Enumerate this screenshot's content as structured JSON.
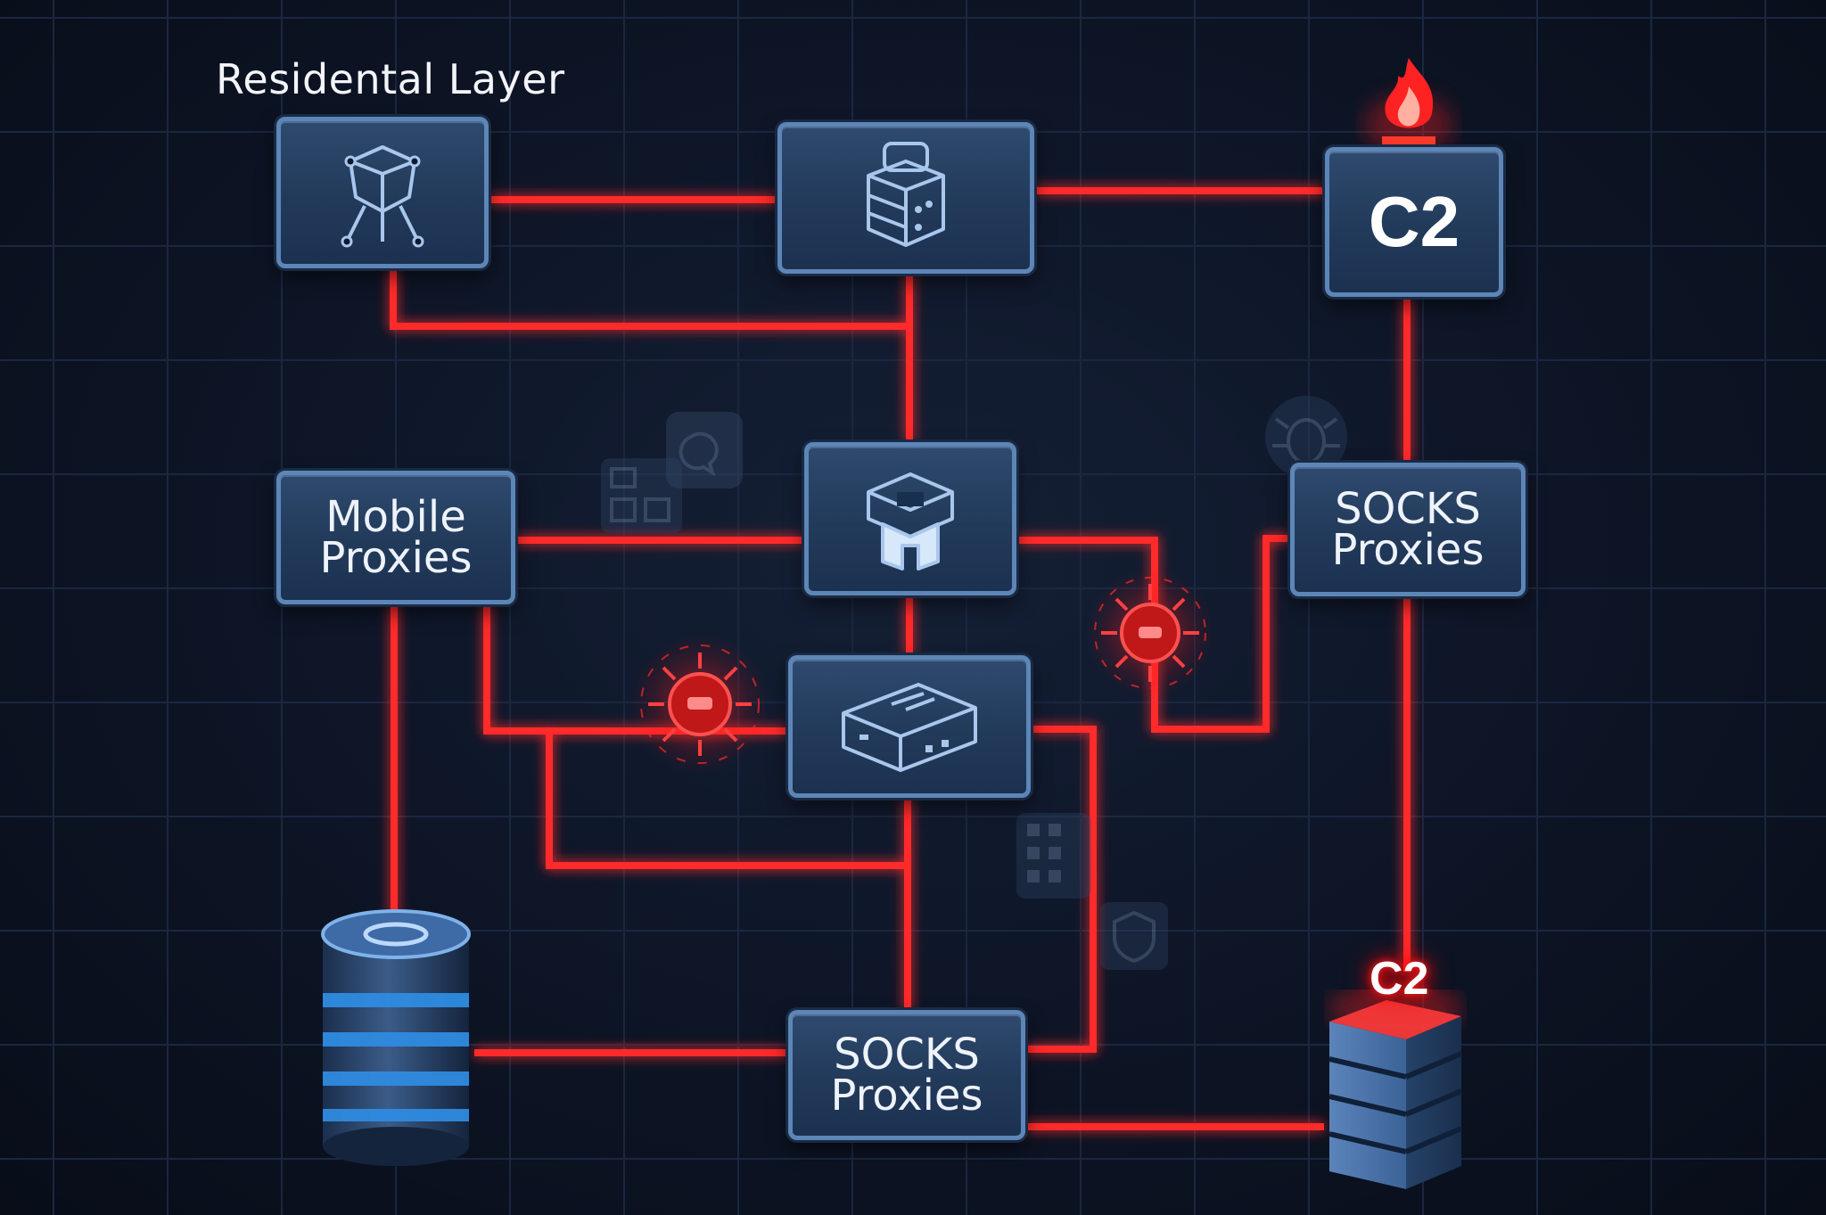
{
  "diagram": {
    "layer_title": "Residental Layer",
    "nodes": {
      "top_left": {
        "icon": "network-cube-icon"
      },
      "top_center": {
        "icon": "server-stack-icon"
      },
      "c2_top": {
        "label": "C2",
        "icon": "fire-icon"
      },
      "mobile_proxies": {
        "line1": "Mobile",
        "line2": "Proxies"
      },
      "center_hub": {
        "icon": "router-box-icon"
      },
      "socks_right": {
        "line1": "SOCKS",
        "line2": "Proxies"
      },
      "center_lower": {
        "icon": "network-switch-icon"
      },
      "socks_bottom": {
        "line1": "SOCKS",
        "line2": "Proxies"
      },
      "database": {
        "icon": "database-icon"
      },
      "c2_server": {
        "label": "C2",
        "icon": "server-tower-icon"
      }
    },
    "threat_icons": [
      "virus-icon",
      "virus-icon"
    ],
    "ghost_icons": [
      "chat-icon",
      "grid-app-icon",
      "bug-icon",
      "keypad-icon",
      "shield-icon"
    ],
    "colors": {
      "wire": "#ff2a2a",
      "node_border": "#5d86b8",
      "node_fill": "#25405f",
      "background": "#0b1120"
    }
  }
}
